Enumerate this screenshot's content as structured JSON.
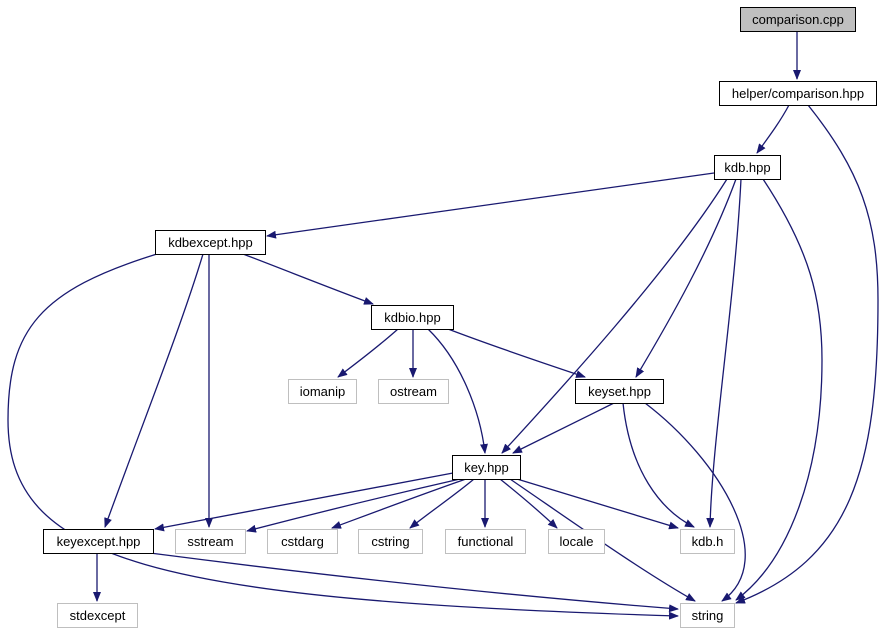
{
  "colors": {
    "edge": "#191970",
    "current_fill": "#bfbfbf",
    "box_stroke": "#000000",
    "external_stroke": "#bfbfbf",
    "text": "#000000"
  },
  "nodes": [
    {
      "id": "comparison_cpp",
      "label": "comparison.cpp",
      "kind": "current"
    },
    {
      "id": "helper_comparison_hpp",
      "label": "helper/comparison.hpp",
      "kind": "documented"
    },
    {
      "id": "kdb_hpp",
      "label": "kdb.hpp",
      "kind": "documented"
    },
    {
      "id": "kdbexcept_hpp",
      "label": "kdbexcept.hpp",
      "kind": "documented"
    },
    {
      "id": "kdbio_hpp",
      "label": "kdbio.hpp",
      "kind": "documented"
    },
    {
      "id": "iomanip",
      "label": "iomanip",
      "kind": "external"
    },
    {
      "id": "ostream",
      "label": "ostream",
      "kind": "external"
    },
    {
      "id": "keyset_hpp",
      "label": "keyset.hpp",
      "kind": "documented"
    },
    {
      "id": "key_hpp",
      "label": "key.hpp",
      "kind": "documented"
    },
    {
      "id": "keyexcept_hpp",
      "label": "keyexcept.hpp",
      "kind": "documented"
    },
    {
      "id": "sstream",
      "label": "sstream",
      "kind": "external"
    },
    {
      "id": "cstdarg",
      "label": "cstdarg",
      "kind": "external"
    },
    {
      "id": "cstring",
      "label": "cstring",
      "kind": "external"
    },
    {
      "id": "functional",
      "label": "functional",
      "kind": "external"
    },
    {
      "id": "locale",
      "label": "locale",
      "kind": "external"
    },
    {
      "id": "kdb_h",
      "label": "kdb.h",
      "kind": "external"
    },
    {
      "id": "stdexcept",
      "label": "stdexcept",
      "kind": "external"
    },
    {
      "id": "string",
      "label": "string",
      "kind": "external"
    }
  ],
  "edges": [
    {
      "from": "comparison_cpp",
      "to": "helper_comparison_hpp"
    },
    {
      "from": "helper_comparison_hpp",
      "to": "kdb_hpp"
    },
    {
      "from": "helper_comparison_hpp",
      "to": "string"
    },
    {
      "from": "kdb_hpp",
      "to": "kdbexcept_hpp"
    },
    {
      "from": "kdb_hpp",
      "to": "key_hpp"
    },
    {
      "from": "kdb_hpp",
      "to": "keyset_hpp"
    },
    {
      "from": "kdb_hpp",
      "to": "kdb_h"
    },
    {
      "from": "kdb_hpp",
      "to": "string"
    },
    {
      "from": "kdbexcept_hpp",
      "to": "kdbio_hpp"
    },
    {
      "from": "kdbexcept_hpp",
      "to": "keyexcept_hpp"
    },
    {
      "from": "kdbexcept_hpp",
      "to": "sstream"
    },
    {
      "from": "kdbexcept_hpp",
      "to": "string"
    },
    {
      "from": "kdbio_hpp",
      "to": "iomanip"
    },
    {
      "from": "kdbio_hpp",
      "to": "ostream"
    },
    {
      "from": "kdbio_hpp",
      "to": "keyset_hpp"
    },
    {
      "from": "kdbio_hpp",
      "to": "key_hpp"
    },
    {
      "from": "keyset_hpp",
      "to": "key_hpp"
    },
    {
      "from": "keyset_hpp",
      "to": "kdb_h"
    },
    {
      "from": "keyset_hpp",
      "to": "string"
    },
    {
      "from": "key_hpp",
      "to": "keyexcept_hpp"
    },
    {
      "from": "key_hpp",
      "to": "sstream"
    },
    {
      "from": "key_hpp",
      "to": "cstdarg"
    },
    {
      "from": "key_hpp",
      "to": "cstring"
    },
    {
      "from": "key_hpp",
      "to": "functional"
    },
    {
      "from": "key_hpp",
      "to": "locale"
    },
    {
      "from": "key_hpp",
      "to": "kdb_h"
    },
    {
      "from": "key_hpp",
      "to": "string"
    },
    {
      "from": "keyexcept_hpp",
      "to": "stdexcept"
    },
    {
      "from": "keyexcept_hpp",
      "to": "string"
    }
  ]
}
